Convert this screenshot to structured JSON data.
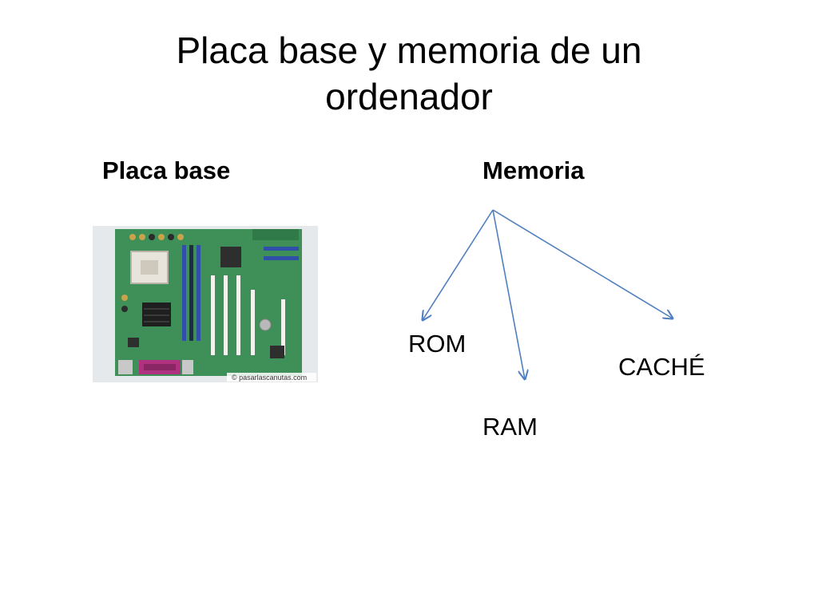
{
  "slide": {
    "title": "Placa base y memoria de un ordenador",
    "left_heading": "Placa base",
    "right_heading": "Memoria"
  },
  "photo": {
    "watermark": "© pasarlascanutas.com",
    "board_color": "#3f8f58"
  },
  "memory_diagram": {
    "children": [
      "ROM",
      "RAM",
      "CACHÉ"
    ],
    "arrow_color": "#4f7fbf"
  }
}
